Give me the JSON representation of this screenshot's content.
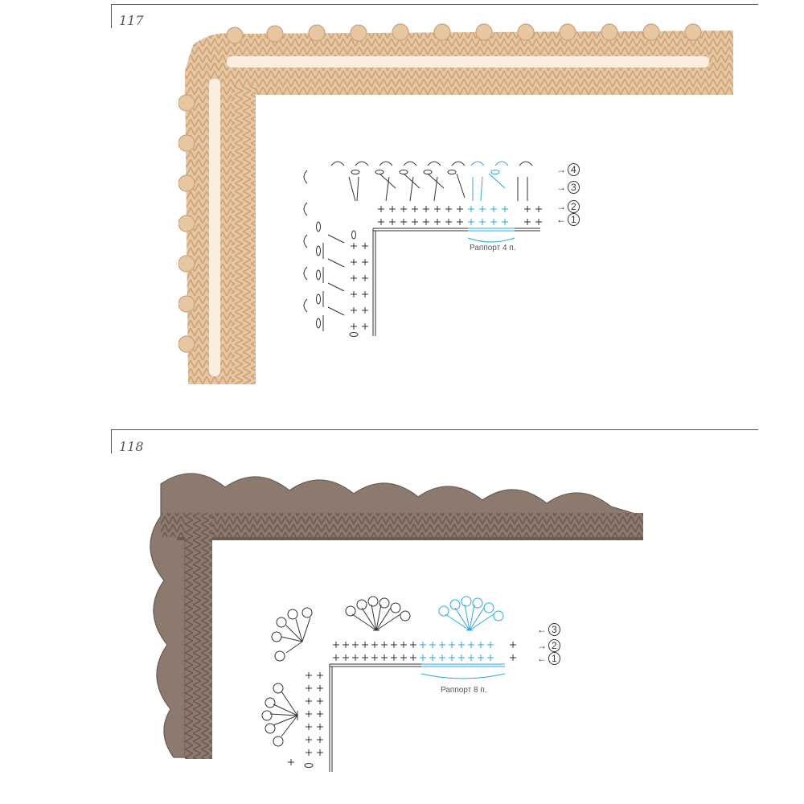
{
  "patterns": [
    {
      "number": "117",
      "yarn_color": "#e9c9a3",
      "yarn_shadow": "#c9a27a",
      "rows": [
        "4",
        "3",
        "2",
        "1"
      ],
      "rapport": "Раппорт 4 п."
    },
    {
      "number": "118",
      "yarn_color": "#8c7a6e",
      "yarn_shadow": "#6b5a4f",
      "rows": [
        "3",
        "2",
        "1"
      ],
      "rapport": "Раппорт 8 п."
    }
  ],
  "highlight_color": "#29a8e0",
  "symbol_color": "#333333"
}
